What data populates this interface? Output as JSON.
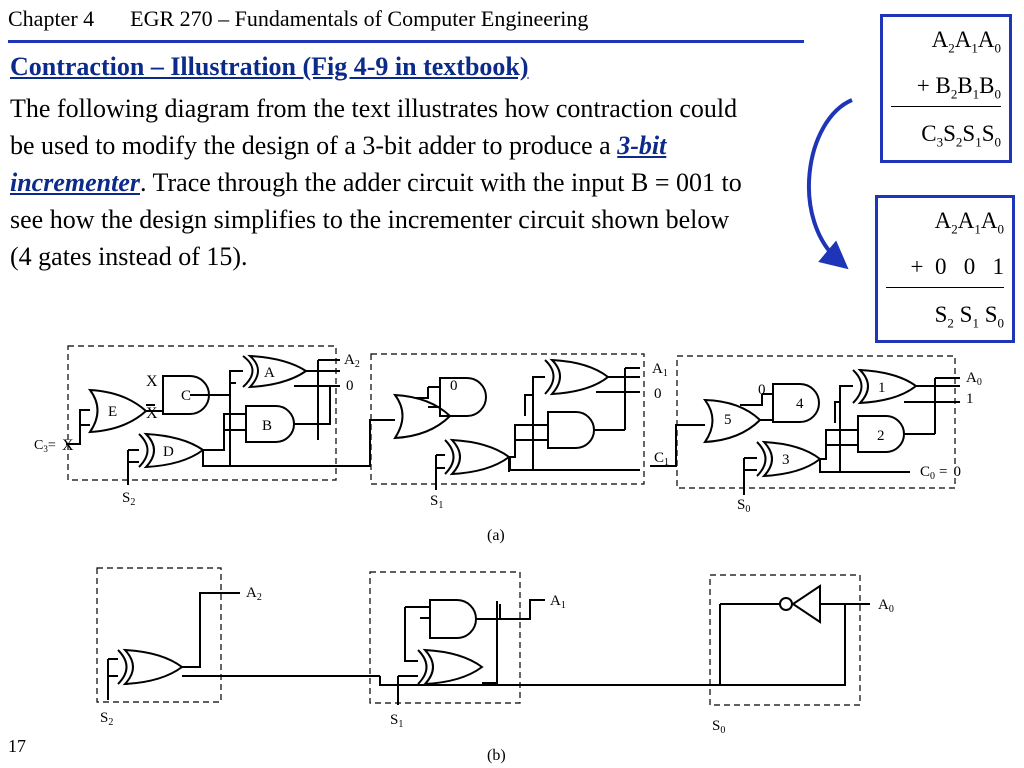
{
  "header": {
    "chapter": "Chapter 4",
    "course": "EGR 270 – Fundamentals of Computer Engineering"
  },
  "title": "Contraction – Illustration (Fig 4-9 in textbook)",
  "body": {
    "part1": "The following diagram from the text illustrates how contraction could be used to modify the design of a 3-bit adder to produce a ",
    "emphasis": "3-bit incrementer",
    "part2": ".  Trace through the adder circuit with the input B = 001 to see how the design simplifies to the incrementer circuit shown below (4 gates instead of 15)."
  },
  "adder_box": {
    "row1": [
      "A",
      "2",
      "A",
      "1",
      "A",
      "0"
    ],
    "row2_plus": "+",
    "row2": [
      "B",
      "2",
      "B",
      "1",
      "B",
      "0"
    ],
    "row3": [
      "C",
      "3",
      "S",
      "2",
      "S",
      "1",
      "S",
      "0"
    ]
  },
  "incrementer_box": {
    "row1": [
      "A",
      "2",
      "A",
      "1",
      "A",
      "0"
    ],
    "row2": "+  0   0   1",
    "row3": [
      "S",
      "2",
      "S",
      "1",
      "S",
      "0"
    ]
  },
  "diagram_a": {
    "caption": "(a)",
    "gate_labels": [
      "A",
      "B",
      "C",
      "D",
      "E",
      "1",
      "2",
      "3",
      "4",
      "5"
    ],
    "x_marks": [
      "X",
      "X",
      "X"
    ],
    "c3_label": "C",
    "c3_sub": "3",
    "c3_eq": "=",
    "a2": "A",
    "a2_sub": "2",
    "a1": "A",
    "a1_sub": "1",
    "a0": "A",
    "a0_sub": "0",
    "zero": "0",
    "one": "1",
    "c1": "C",
    "c1_sub": "1",
    "c0": "C",
    "c0_sub": "0",
    "c0_eq": "=",
    "s2": "S",
    "s2_sub": "2",
    "s1": "S",
    "s1_sub": "1",
    "s0": "S",
    "s0_sub": "0"
  },
  "diagram_b": {
    "caption": "(b)",
    "a2": "A",
    "a2_sub": "2",
    "a1": "A",
    "a1_sub": "1",
    "a0": "A",
    "a0_sub": "0",
    "s2": "S",
    "s2_sub": "2",
    "s1": "S",
    "s1_sub": "1",
    "s0": "S",
    "s0_sub": "0"
  },
  "page_number": "17",
  "colors": {
    "accent": "#1e35b8",
    "title": "#0b2a8a"
  }
}
